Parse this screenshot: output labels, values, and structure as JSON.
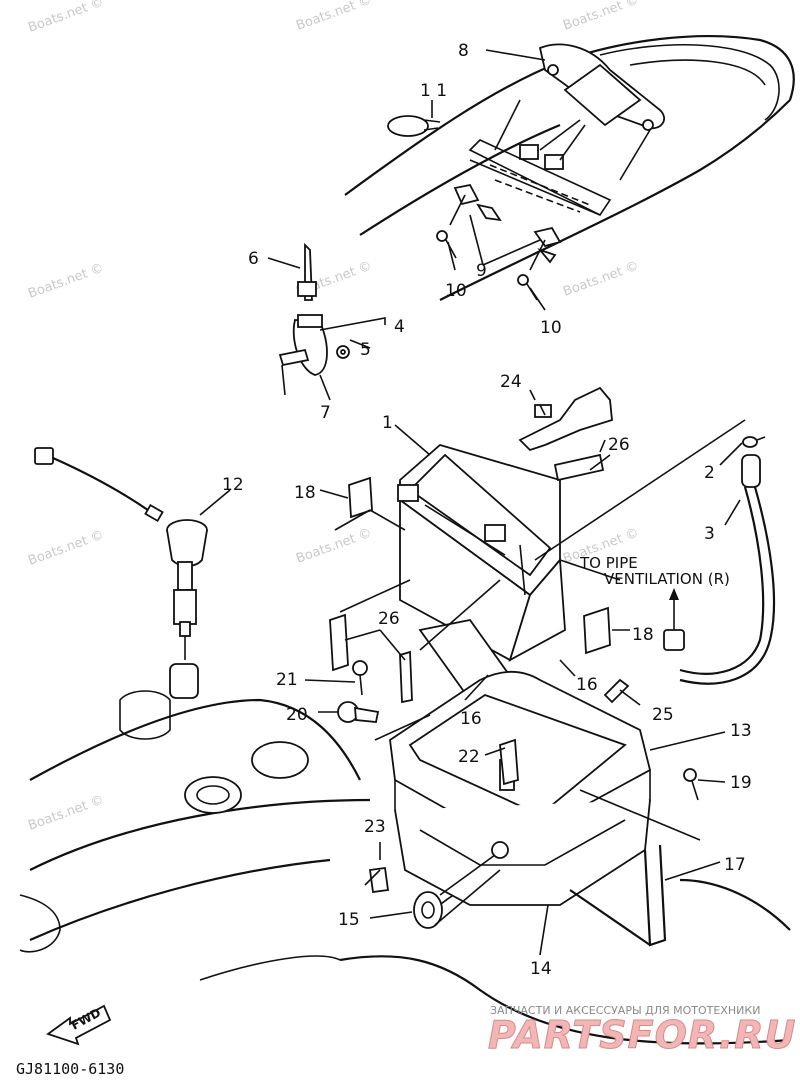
{
  "watermarks": [
    "Boats.net ©",
    "Boats.net ©",
    "Boats.net ©",
    "Boats.net ©",
    "Boats.net ©",
    "Boats.net ©",
    "Boats.net ©",
    "Boats.net ©",
    "Boats.net ©",
    "Boats.net ©"
  ],
  "callouts": {
    "c1": "1",
    "c2": "2",
    "c3": "3",
    "c4": "4",
    "c5": "5",
    "c6": "6",
    "c7": "7",
    "c8": "8",
    "c9": "9",
    "c10a": "10",
    "c10b": "10",
    "c11": "1 1",
    "c12": "12",
    "c13": "13",
    "c14": "14",
    "c15": "15",
    "c16a": "16",
    "c16b": "16",
    "c17": "17",
    "c18a": "18",
    "c18b": "18",
    "c19": "19",
    "c20": "20",
    "c21": "21",
    "c22": "22",
    "c23": "23",
    "c24": "24",
    "c25": "25",
    "c26a": "26",
    "c26b": "26"
  },
  "note": {
    "line1": "TO PIPE",
    "line2": "VENTILATION (R)"
  },
  "fwd_label": "FWD",
  "diagram_code": "GJ81100-6130",
  "brand": {
    "tagline": "ЗАПЧАСТИ И АКСЕССУАРЫ ДЛЯ МОТОТЕХНИКИ",
    "name": "PARTSFOR.RU"
  }
}
